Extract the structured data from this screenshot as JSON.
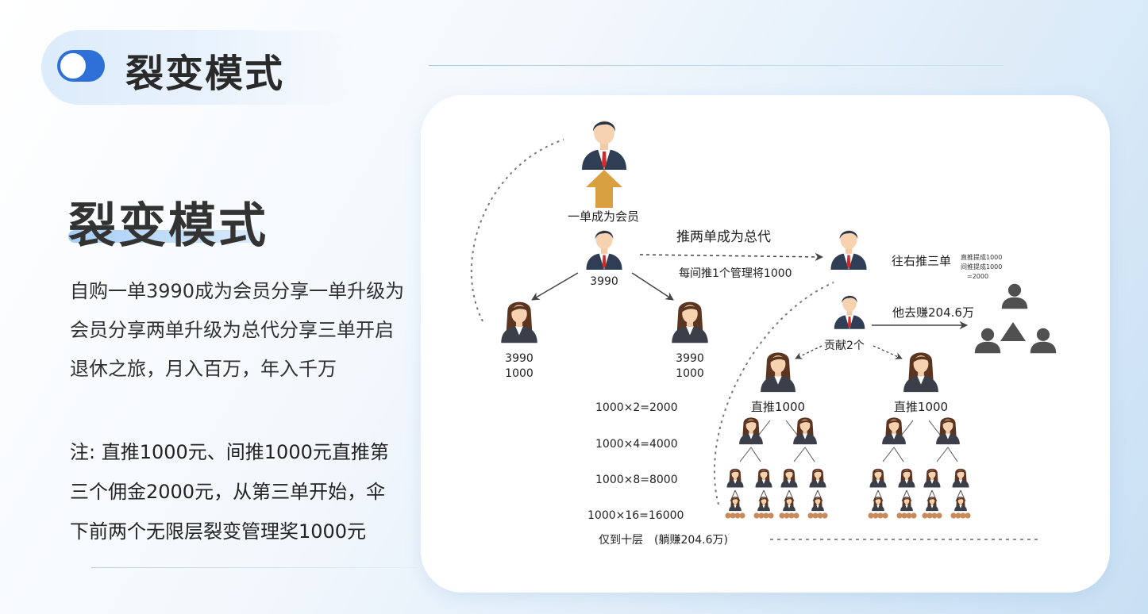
{
  "header": {
    "title": "裂变模式"
  },
  "heading": "裂变模式",
  "description": "自购一单3990成为会员分享一单升级为会员分享两单升级为总代分享三单开启退休之旅，月入百万，年入千万",
  "note": "注: 直推1000元、间推1000元直推第三个佣金2000元，从第三单开始，伞 下前两个无限层裂变管理奖1000元",
  "diagram": {
    "become_member": "一单成为会员",
    "center_value": "3990",
    "left_child": {
      "line1": "3990",
      "line2": "1000"
    },
    "right_child": {
      "line1": "3990",
      "line2": "1000"
    },
    "push_two_label": "推两单成为总代",
    "indirect_label": "每间推1个管理将1000",
    "push_three_label": "往右推三单",
    "push_three_small": [
      "直推提成1000",
      "间推提成1000",
      "=2000"
    ],
    "earns_label": "他去赚204.6万",
    "contribute_label": "贡献2个",
    "direct_left": "直推1000",
    "direct_right": "直推1000",
    "formulas": [
      "1000×2=2000",
      "1000×4=4000",
      "1000×8=8000",
      "1000×16=16000"
    ],
    "bottom_note": "仅到十层　(躺赚204.6万)"
  },
  "colors": {
    "accent": "#2e6fd8",
    "arrow_gold": "#d9a040",
    "icon_dark": "#505050"
  }
}
